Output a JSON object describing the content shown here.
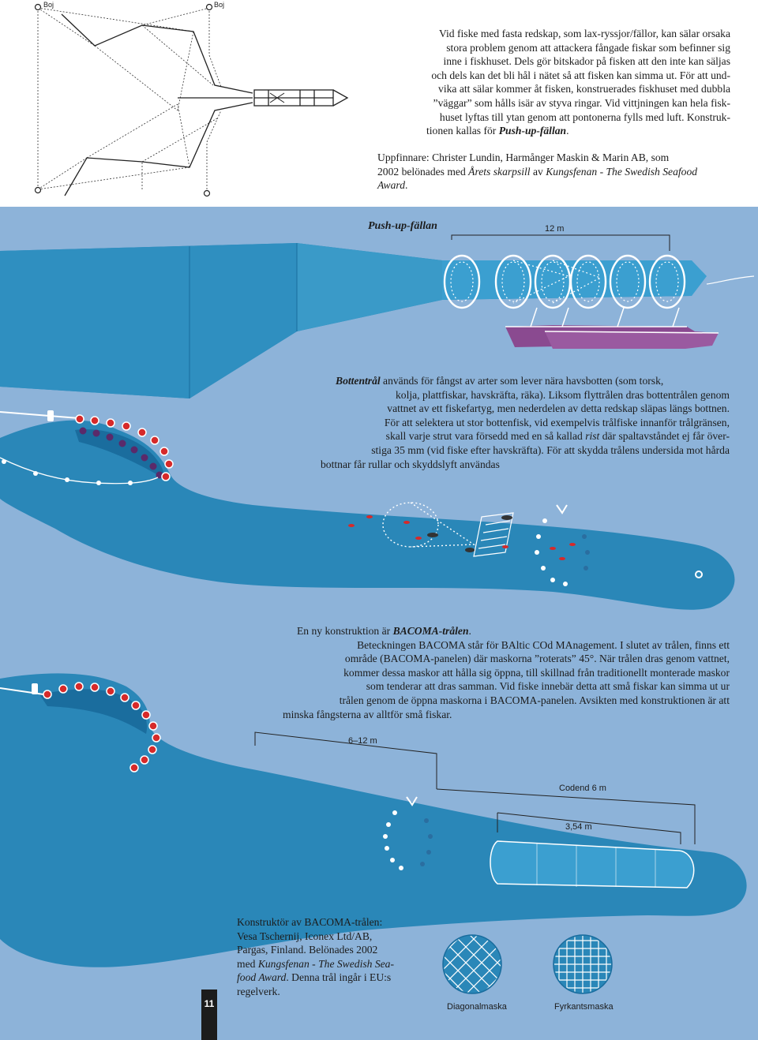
{
  "buoys": {
    "left": "Boj",
    "right": "Boj"
  },
  "intro": {
    "l1": "Vid fiske med fasta redskap, som lax-ryssjor/fällor, kan sälar orsaka",
    "l2": "stora problem genom att attackera fångade fiskar som befinner sig",
    "l3": "inne i fiskhuset. Dels gör bitskador på fisken att den inte kan säljas",
    "l4": "och dels kan det bli hål i nätet så att fisken kan simma ut. För att und-",
    "l5": "vika att sälar kommer åt fisken, konstruerades fiskhuset med dubbla",
    "l6": "”väggar” som hålls isär av styva ringar. Vid vittjningen kan hela fisk-",
    "l7": "huset lyftas till ytan genom att pontonerna fylls med luft. Konstruk-",
    "l8_pre": "tionen kallas för ",
    "l8_em": "Push-up-fällan",
    "l8_post": "."
  },
  "inventor": {
    "l1": "Uppfinnare: Christer Lundin, Harmånger Maskin & Marin AB, som",
    "l2_pre": "2002 belönades med ",
    "l2_em1": "Årets skarpsill",
    "l2_mid": " av ",
    "l2_em2": "Kungsfenan - The Swedish Seafood",
    "l3_em": "Award",
    "l3_post": "."
  },
  "pushup": {
    "title": "Push-up-fällan",
    "length": "12 m"
  },
  "bottom_trawl": {
    "l1_bi": "Bottentrål",
    "l1": " används för fångst av arter som lever nära havsbotten (som torsk,",
    "l2": "kolja, plattfiskar, havskräfta, räka). Liksom flyttrålen dras bottentrålen genom",
    "l3": "vattnet av ett fiskefartyg, men nederdelen av detta redskap släpas längs bottnen.",
    "l4": "För att selektera ut stor bottenfisk, vid exempelvis trålfiske innanför trålgränsen,",
    "l5_pre": "skall varje strut vara försedd med en så kallad ",
    "l5_em": "rist",
    "l5_post": " där spaltavståndet ej får över-",
    "l6": "stiga 35 mm (vid fiske efter havskräfta). För att skydda trålens undersida mot hårda",
    "l7": "bottnar får rullar och skyddslyft användas"
  },
  "bacoma": {
    "l1_pre": "En ny  konstruktion är ",
    "l1_bi": "BACOMA-trålen",
    "l1_post": ".",
    "l2": "Beteckningen BACOMA står för BAltic COd MAnagement. I slutet av trålen, finns ett",
    "l3": "område (BACOMA-panelen) där maskorna ”roterats” 45°. När trålen dras genom vattnet,",
    "l4": "kommer dessa maskor att hålla sig öppna, till skillnad från traditionellt monterade maskor",
    "l5": "som tenderar att dras samman. Vid fiske innebär detta att små fiskar kan simma ut ur",
    "l6": "trålen genom de öppna maskorna i BACOMA-panelen. Avsikten med konstruktionen är att",
    "l7": "minska fångsterna av alltför små fiskar."
  },
  "dims": {
    "d1": "6–12 m",
    "d2": "Codend 6 m",
    "d3": "3,54 m"
  },
  "designer": {
    "l1": "Konstruktör av BACOMA-trålen:",
    "l2": "Vesa Tschernij, Iconex Ltd/AB,",
    "l3": "Pargas, Finland. Belönades 2002",
    "l4_pre": "med ",
    "l4_em": "Kungsfenan - The Swedish Sea-",
    "l5_em": "food Award",
    "l5_post": ". Denna trål ingår i EU:s",
    "l6": "regelverk."
  },
  "mesh": {
    "diagonal": "Diagonalmaska",
    "square": "Fyrkantsmaska"
  },
  "page_number": "11",
  "colors": {
    "background_blue": "#8db3d9",
    "net_blue": "#2a87b8",
    "net_dark": "#1a6d9e",
    "float_red": "#d62a2a",
    "pontoon_purple": "#8a4a90"
  }
}
